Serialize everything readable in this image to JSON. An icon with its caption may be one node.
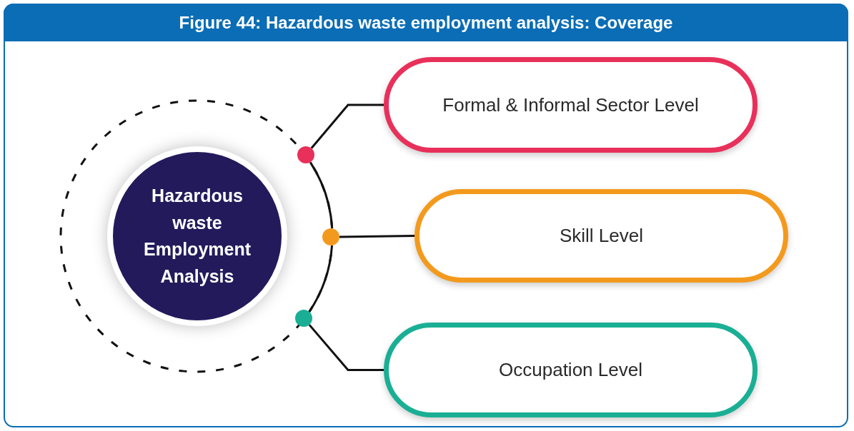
{
  "diagram": {
    "title": "Figure 44: Hazardous waste employment analysis: Coverage",
    "nodes": [
      {
        "text": [
          "Hazardous waste Employment Analysis"
        ]
      },
      {
        "text": [],
        "shape": "circle"
      },
      {
        "text": [
          "Formal & Informal Sector Level"
        ]
      },
      {
        "text": [],
        "shape": "circle"
      },
      {
        "text": [
          "Skill Level"
        ]
      },
      {
        "text": [],
        "shape": "circle"
      },
      {
        "text": [
          "Occupation Level"
        ]
      }
    ],
    "edges": [
      {
        "from": 1,
        "to": 2,
        "arrow": "none"
      },
      {
        "from": 3,
        "to": 4,
        "arrow": "none"
      },
      {
        "from": 5,
        "to": 6,
        "arrow": "none"
      },
      {
        "from": 1,
        "to": 3,
        "arrow": "none"
      },
      {
        "from": 3,
        "to": 5,
        "arrow": "none"
      }
    ]
  }
}
